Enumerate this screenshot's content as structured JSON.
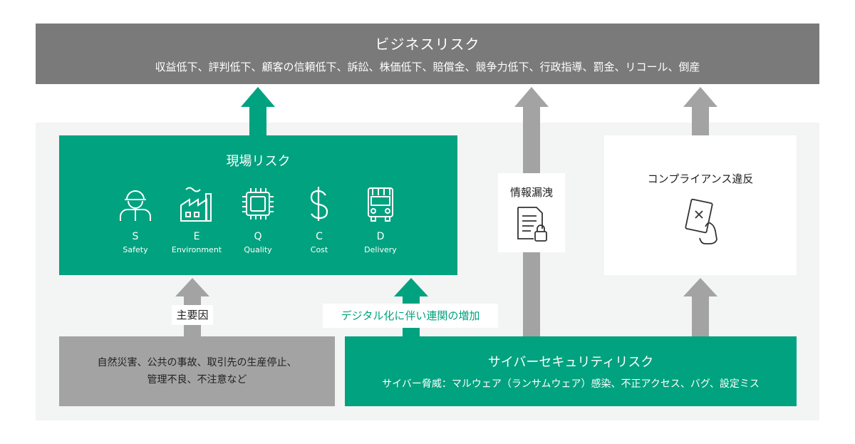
{
  "business_risk": {
    "title": "ビジネスリスク",
    "items": "収益低下、評判低下、顧客の信頼低下、訴訟、株価低下、賠償金、競争力低下、行政指導、罰金、リコール、倒産"
  },
  "site_risk": {
    "title": "現場リスク",
    "factors": [
      {
        "letter": "S",
        "word": "Safety",
        "icon": "worker-helmet-icon"
      },
      {
        "letter": "E",
        "word": "Environment",
        "icon": "factory-icon"
      },
      {
        "letter": "Q",
        "word": "Quality",
        "icon": "chip-icon"
      },
      {
        "letter": "C",
        "word": "Cost",
        "icon": "dollar-icon"
      },
      {
        "letter": "D",
        "word": "Delivery",
        "icon": "truck-icon"
      }
    ]
  },
  "info_leak": {
    "label": "情報漏洩",
    "icon": "locked-document-icon"
  },
  "compliance": {
    "label": "コンプライアンス違反",
    "icon": "red-card-icon"
  },
  "main_factors": {
    "tag": "主要因",
    "lines": [
      "自然災害、公共の事故、取引先の生産停止、",
      "管理不良、不注意など"
    ]
  },
  "digital_tag": "デジタル化に伴い連関の増加",
  "cyber_risk": {
    "title": "サイバーセキュリティリスク",
    "sub": "サイバー脅威：マルウェア（ランサムウェア）感染、不正アクセス、バグ、設定ミス"
  },
  "colors": {
    "green": "#00a27f",
    "dark_gray": "#7a7a7a",
    "arrow_gray": "#a3a3a3",
    "panel": "#f3f4f4"
  }
}
